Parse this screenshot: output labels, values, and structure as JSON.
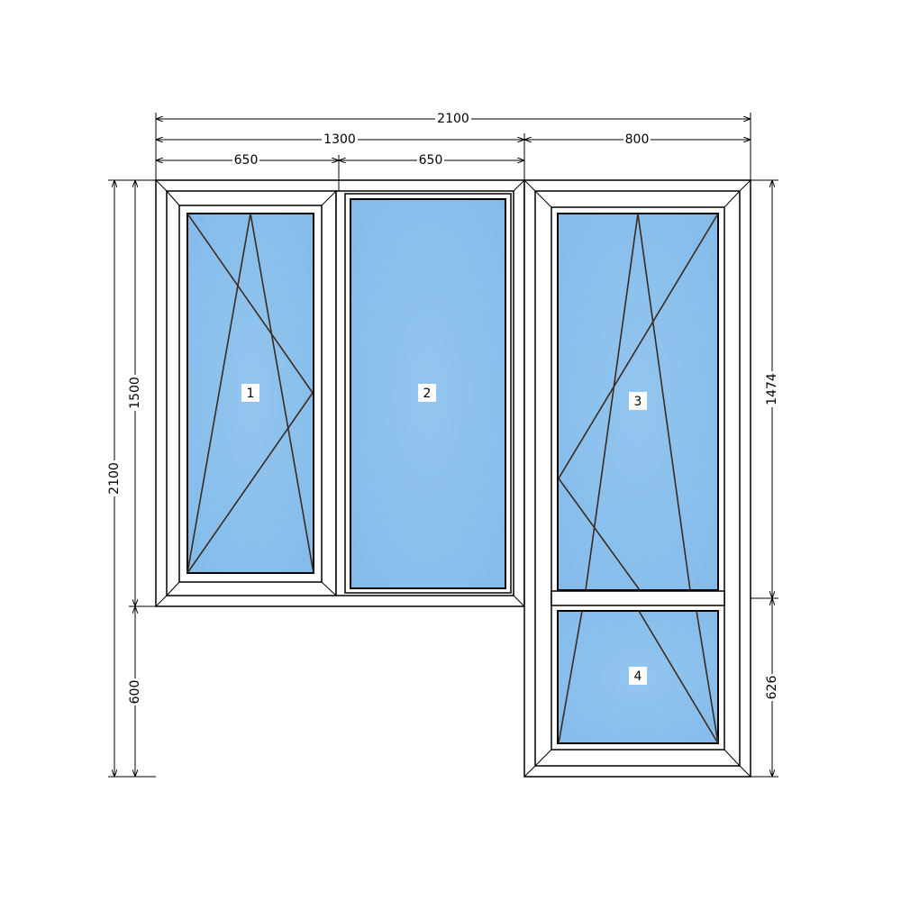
{
  "dimensions": {
    "total_width": "2100",
    "left_unit_width": "1300",
    "right_door_width": "800",
    "sash1_width": "650",
    "sash2_width": "650",
    "total_height": "2100",
    "window_height": "1500",
    "sill_height": "600",
    "door_upper_height": "1474",
    "door_lower_height": "626"
  },
  "panels": [
    {
      "label": "1",
      "type": "tilt-turn"
    },
    {
      "label": "2",
      "type": "fixed"
    },
    {
      "label": "3",
      "type": "tilt-turn"
    },
    {
      "label": "4",
      "type": "door-lower"
    }
  ],
  "colors": {
    "glass": "#8bbfec",
    "frame": "#ffffff",
    "lines": "#000000"
  }
}
